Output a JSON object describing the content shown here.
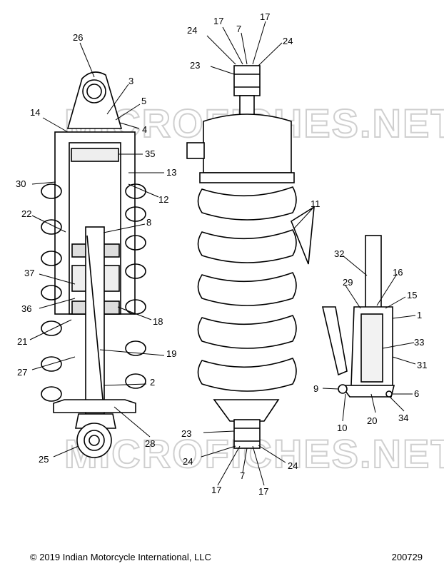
{
  "watermark": "MICROFICHES.NET",
  "footer": {
    "copyright": "© 2019 Indian Motorcycle International, LLC",
    "diagram_number": "200729"
  },
  "callouts": {
    "left_shock": [
      "26",
      "3",
      "5",
      "14",
      "4",
      "35",
      "13",
      "30",
      "12",
      "22",
      "8",
      "37",
      "36",
      "18",
      "21",
      "19",
      "27",
      "2",
      "28",
      "25"
    ],
    "center_shock": [
      "24",
      "17",
      "7",
      "17",
      "24",
      "23",
      "11",
      "23",
      "24",
      "24",
      "7",
      "17",
      "17"
    ],
    "reservoir": [
      "32",
      "29",
      "16",
      "15",
      "1",
      "33",
      "31",
      "9",
      "6",
      "10",
      "20",
      "34"
    ]
  }
}
